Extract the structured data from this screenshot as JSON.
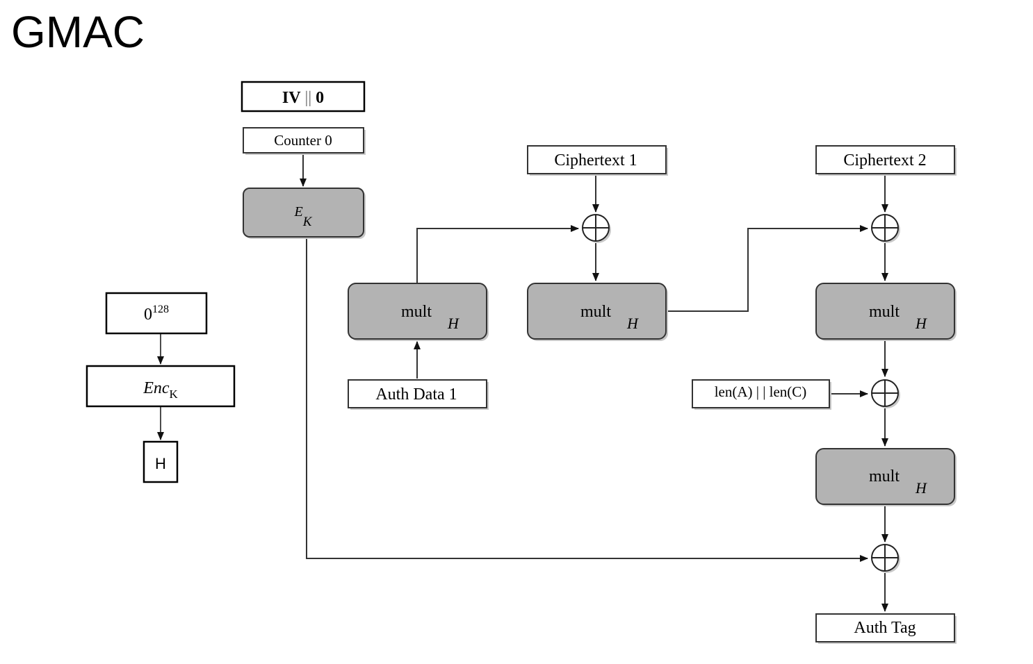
{
  "title": "GMAC",
  "key_derivation": {
    "input": "0",
    "input_sup": "128",
    "enc_main": "Enc",
    "enc_sub": "K",
    "output": "H"
  },
  "nodes": {
    "iv": {
      "label_main": "IV",
      "label_sep": " || ",
      "label_end": "0"
    },
    "counter0": "Counter 0",
    "ek": {
      "main": "E",
      "sub": "K"
    },
    "ciphertext1": "Ciphertext 1",
    "ciphertext2": "Ciphertext 2",
    "auth_data1": "Auth Data 1",
    "len_block": "len(A) | | len(C)",
    "auth_tag": "Auth Tag"
  },
  "mult_block": {
    "main": "mult",
    "sub": "H"
  },
  "colors": {
    "block_fill": "#b3b3b3",
    "stroke": "#222222",
    "shadow": "#c8c8c8"
  }
}
